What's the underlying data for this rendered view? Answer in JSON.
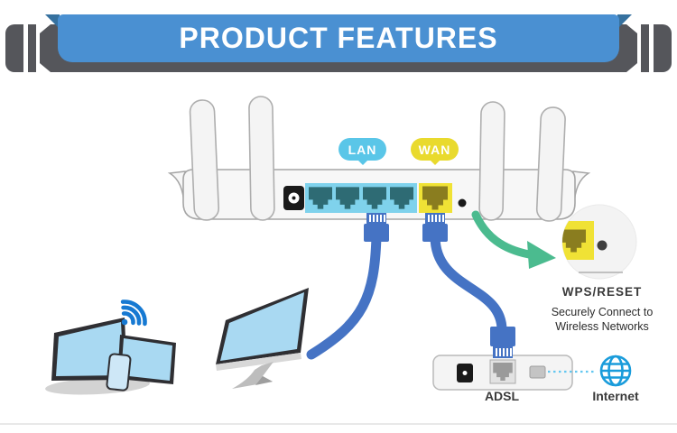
{
  "banner": {
    "title": "PRODUCT FEATURES",
    "panel_color": "#4A90D2",
    "fold_color": "#36719F",
    "ribbon_color": "#55565B"
  },
  "router": {
    "lan_bubble": "LAN",
    "wan_bubble": "WAN",
    "lan_color": "#5AC6E8",
    "lan_block_color": "#7FD2EC",
    "lan_port_color": "#2E6B74",
    "wan_color": "#E9DA2E",
    "wan_block_color": "#F0E235",
    "wan_port_color": "#8A7D1F",
    "lan_port_count": 4,
    "wan_port_count": 1
  },
  "callout": {
    "title": "WPS/RESET",
    "line1": "Securely Connect to",
    "line2": "Wireless Networks"
  },
  "labels": {
    "adsl": "ADSL",
    "internet": "Internet"
  },
  "icons": {
    "wifi": "wifi-arcs",
    "internet": "globe",
    "zoom_pointer": "curved-green-arrow"
  },
  "colors": {
    "cable": "#4573C4",
    "arrow": "#4BBB8F",
    "wifi": "#1679D2",
    "globe": "#1A9CDB",
    "device_screen": "#A9D9F2",
    "device_frame": "#2F2F33"
  }
}
